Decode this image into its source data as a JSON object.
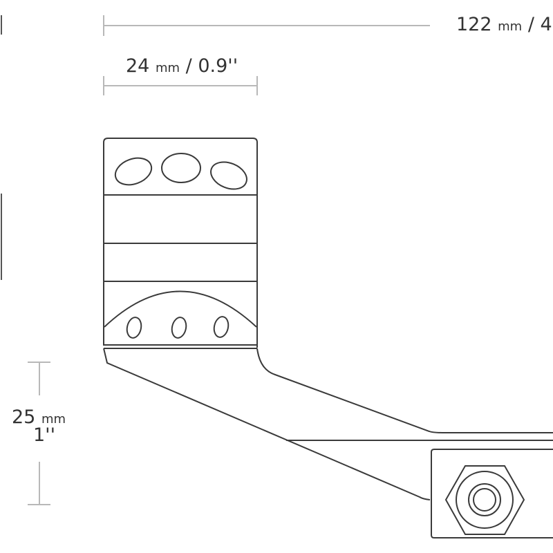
{
  "dimensions": {
    "overall_length": {
      "value": "122",
      "unit": "mm",
      "separator": "/",
      "imperial": "4"
    },
    "ring_width": {
      "value": "24",
      "unit": "mm",
      "separator": "/",
      "imperial": "0.9''"
    },
    "height": {
      "value": "25",
      "unit": "mm",
      "imperial": "1''"
    }
  },
  "colors": {
    "line": "#3a3a3a",
    "dim_line": "#b5b5b5",
    "text": "#333333"
  }
}
